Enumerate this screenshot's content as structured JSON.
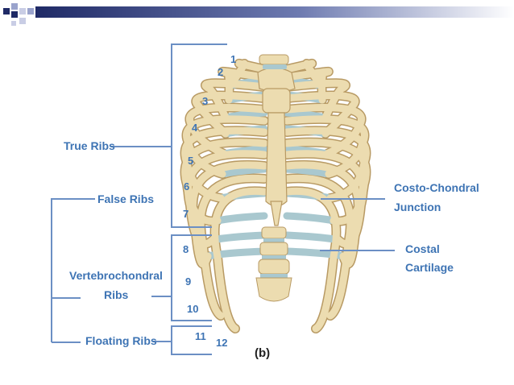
{
  "labels": {
    "true_ribs": "True Ribs",
    "false_ribs": "False Ribs",
    "vertebrochondral_line1": "Vertebrochondral",
    "vertebrochondral_line2": "Ribs",
    "floating_ribs": "Floating Ribs",
    "costo_chondral_line1": "Costo-Chondral",
    "costo_chondral_line2": "Junction",
    "costal_cartilage_line1": "Costal",
    "costal_cartilage_line2": "Cartilage"
  },
  "rib_numbers": [
    "1",
    "2",
    "3",
    "4",
    "5",
    "6",
    "7",
    "8",
    "9",
    "10",
    "11",
    "12"
  ],
  "caption": "(b)",
  "colors": {
    "label_blue": "#3e74b4",
    "bracket_line": "#6b8fc4",
    "bone": "#ecdcb0",
    "bone_outline": "#b89a64",
    "cartilage": "#a9c8cf",
    "header_navy": "#1f2a66"
  }
}
